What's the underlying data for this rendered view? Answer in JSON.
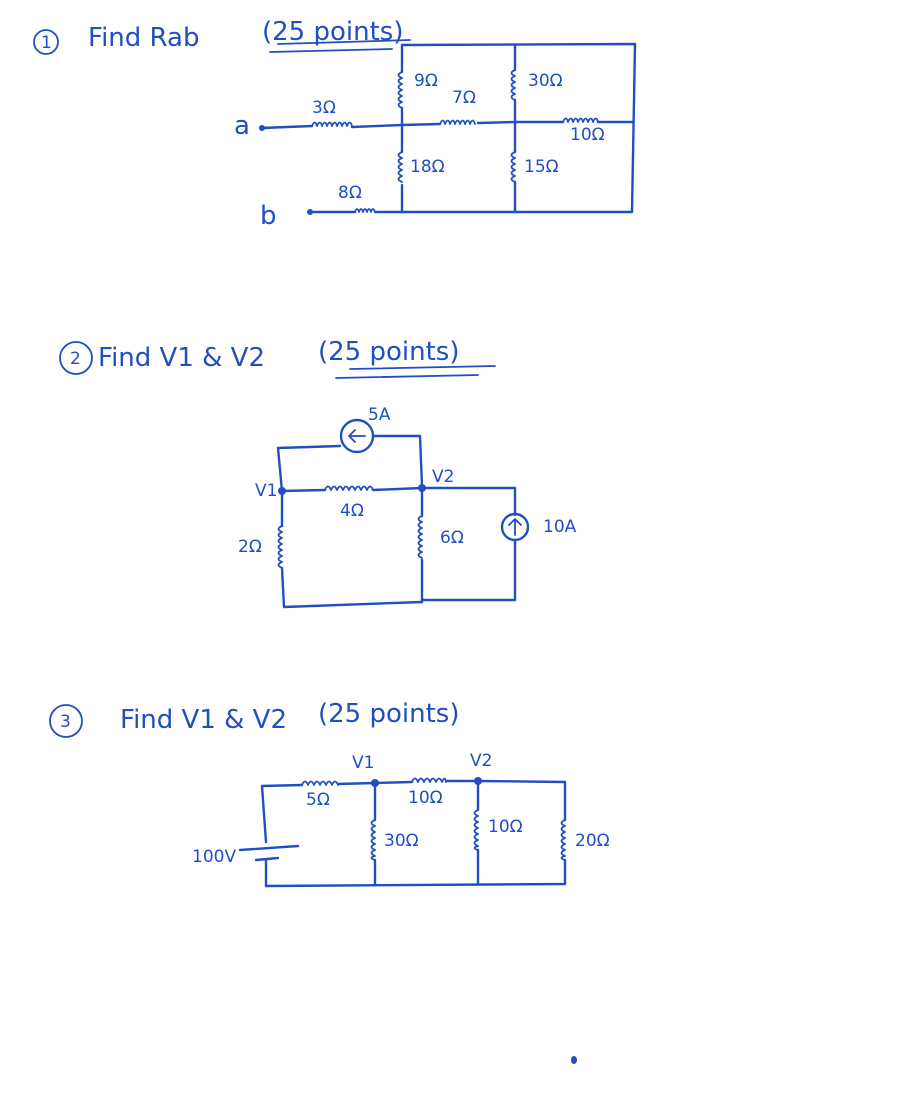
{
  "problems": [
    {
      "number": "1",
      "prompt": "Find Rab",
      "points": "(25 points)",
      "labels": {
        "r3": "3Ω",
        "r8": "8Ω",
        "r9": "9Ω",
        "r7": "7Ω",
        "r18": "18Ω",
        "r30": "30Ω",
        "r10": "10Ω",
        "r15": "15Ω",
        "node_a": "a",
        "node_b": "b"
      }
    },
    {
      "number": "2",
      "prompt": "Find V1 & V2",
      "points": "(25 points)",
      "labels": {
        "src5": "5A",
        "r4": "4Ω",
        "r2": "2Ω",
        "r6": "6Ω",
        "src10": "10A",
        "v1": "V1",
        "v2": "V2"
      }
    },
    {
      "number": "3",
      "prompt": "Find V1 & V2",
      "points": "(25 points)",
      "labels": {
        "r5": "5Ω",
        "r10a": "10Ω",
        "r30": "30Ω",
        "r10b": "10Ω",
        "r20": "20Ω",
        "vs": "100V",
        "v1": "V1",
        "v2": "V2"
      }
    }
  ],
  "colors": {
    "ink": "#1f4fc1",
    "paper": "#ffffff"
  }
}
